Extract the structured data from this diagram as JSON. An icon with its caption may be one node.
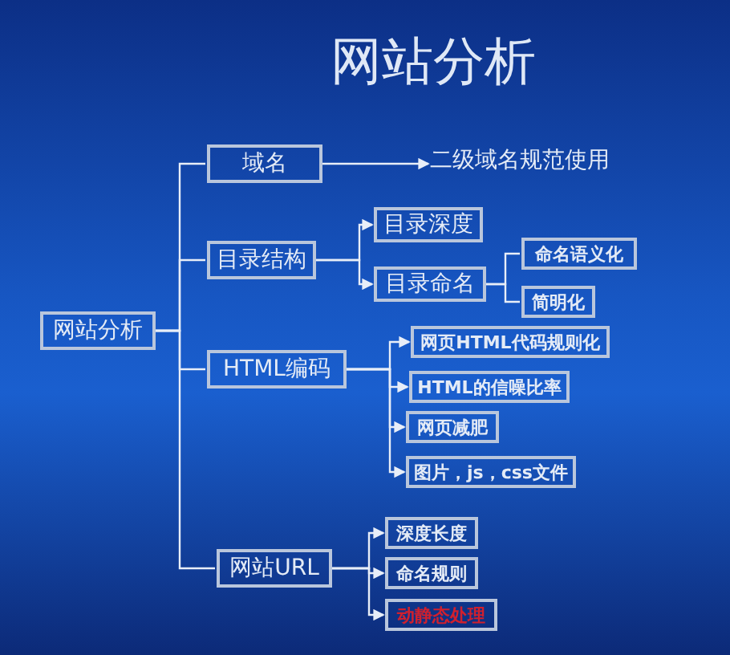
{
  "diagram": {
    "title": "网站分析",
    "nodes": [
      {
        "text": [
          "网站分析"
        ]
      },
      {
        "text": [
          "域名"
        ]
      },
      {
        "text": [
          "二级域名规范使用"
        ]
      },
      {
        "text": [
          "目录结构"
        ]
      },
      {
        "text": [
          "目录深度"
        ]
      },
      {
        "text": [
          "目录命名"
        ]
      },
      {
        "text": [
          "命名语义化"
        ]
      },
      {
        "text": [
          "简明化"
        ]
      },
      {
        "text": [
          "HTML编码"
        ]
      },
      {
        "text": [
          "网页HTML代码规则化"
        ]
      },
      {
        "text": [
          "HTML的信噪比率"
        ]
      },
      {
        "text": [
          "网页减肥"
        ]
      },
      {
        "text": [
          "图片，js，css文件"
        ]
      },
      {
        "text": [
          "网站URL"
        ]
      },
      {
        "text": [
          "深度长度"
        ]
      },
      {
        "text": [
          "命名规则"
        ]
      },
      {
        "text": [
          "动静态处理"
        ]
      }
    ],
    "edges": [
      {
        "from": 0,
        "to": 1,
        "arrow": "none"
      },
      {
        "from": 0,
        "to": 3,
        "arrow": "none"
      },
      {
        "from": 0,
        "to": 8,
        "arrow": "none"
      },
      {
        "from": 0,
        "to": 13,
        "arrow": "none"
      },
      {
        "from": 1,
        "to": 2,
        "arrow": "to"
      },
      {
        "from": 3,
        "to": 4,
        "arrow": "to"
      },
      {
        "from": 3,
        "to": 5,
        "arrow": "to"
      },
      {
        "from": 5,
        "to": 6,
        "arrow": "none"
      },
      {
        "from": 5,
        "to": 7,
        "arrow": "none"
      },
      {
        "from": 8,
        "to": 9,
        "arrow": "to"
      },
      {
        "from": 8,
        "to": 10,
        "arrow": "to"
      },
      {
        "from": 8,
        "to": 11,
        "arrow": "to"
      },
      {
        "from": 8,
        "to": 12,
        "arrow": "to"
      },
      {
        "from": 13,
        "to": 14,
        "arrow": "to"
      },
      {
        "from": 13,
        "to": 15,
        "arrow": "to"
      },
      {
        "from": 13,
        "to": 16,
        "arrow": "to"
      }
    ]
  }
}
